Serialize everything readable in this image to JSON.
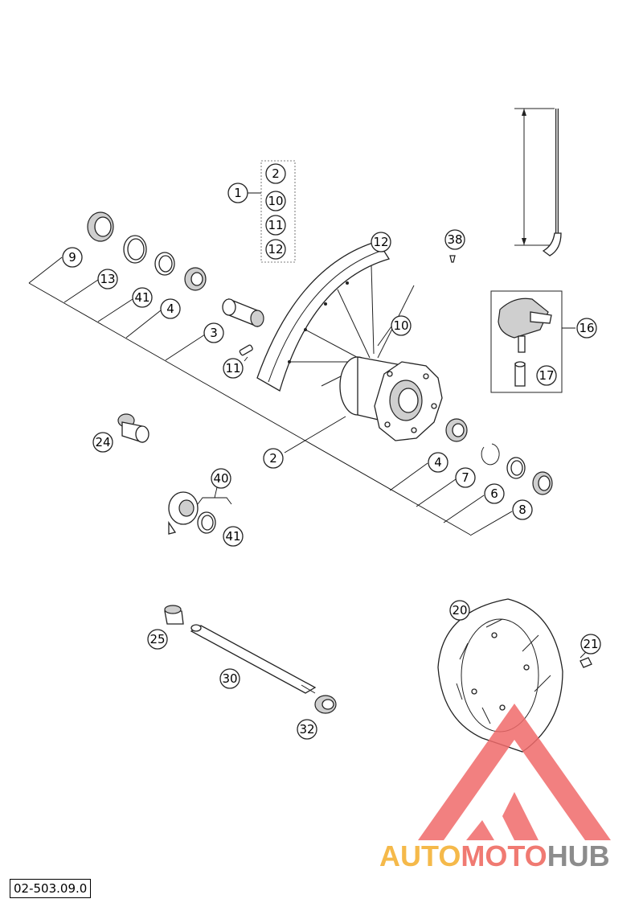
{
  "diagram_code": "02-503.09.0",
  "watermark": {
    "part1": "AUTO",
    "part2": "MOTO",
    "part3": "HUB",
    "color_part1": "#f5b94a",
    "color_part2": "#f07a72",
    "color_part3": "#8c8c8c",
    "logo_color": "#f06a6a"
  },
  "callouts": {
    "c1": "1",
    "group": [
      "2",
      "10",
      "11",
      "12"
    ],
    "c9": "9",
    "c13": "13",
    "c41a": "41",
    "c4a": "4",
    "c3": "3",
    "c11": "11",
    "c12": "12",
    "c10": "10",
    "c38": "38",
    "c16": "16",
    "c17": "17",
    "c24": "24",
    "c2": "2",
    "c40": "40",
    "c41b": "41",
    "c4b": "4",
    "c7": "7",
    "c6": "6",
    "c8": "8",
    "c20": "20",
    "c21": "21",
    "c25": "25",
    "c30": "30",
    "c32": "32"
  }
}
